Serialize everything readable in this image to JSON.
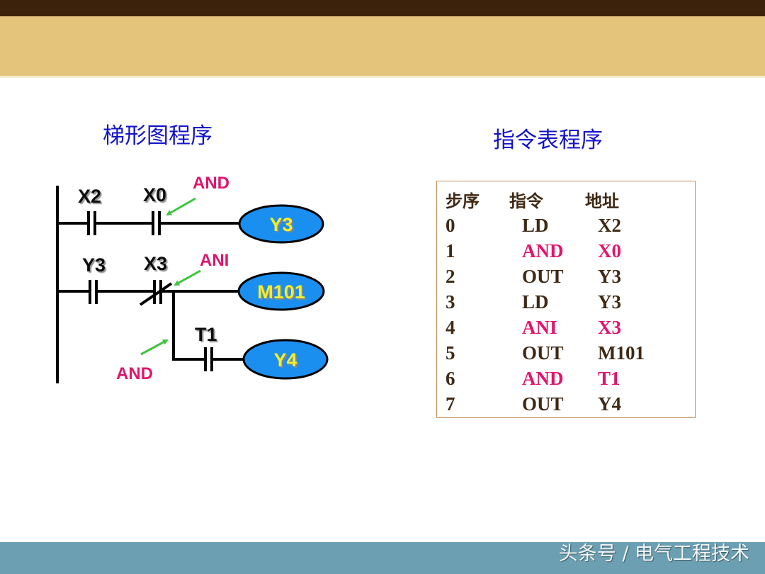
{
  "colors": {
    "top_bar": "#3d220b",
    "title_band": "#e3c47a",
    "footer": "#6b9fb1",
    "section_title": "#1414c8",
    "annotation": "#e0156c",
    "arrow": "#3fc43f",
    "coil_fill": "#1a8ff0",
    "coil_text": "#f2ef2a",
    "list_text": "#3f2a16",
    "list_border": "#c98d55"
  },
  "ladder": {
    "title": "梯形图程序",
    "rungs": [
      {
        "contacts": [
          {
            "label": "X2",
            "type": "NO"
          },
          {
            "label": "X0",
            "type": "NO"
          }
        ],
        "coil": "Y3",
        "annotation": "AND"
      },
      {
        "contacts": [
          {
            "label": "Y3",
            "type": "NO"
          },
          {
            "label": "X3",
            "type": "NC"
          }
        ],
        "coil": "M101",
        "annotation": "ANI"
      },
      {
        "contacts": [
          {
            "label": "T1",
            "type": "NO"
          }
        ],
        "coil": "Y4",
        "annotation": "AND"
      }
    ]
  },
  "instruction_list": {
    "title": "指令表程序",
    "headers": {
      "step": "步序",
      "instruction": "指令",
      "address": "地址"
    },
    "rows": [
      {
        "step": "0",
        "instruction": "LD",
        "address": "X2",
        "highlight": false
      },
      {
        "step": "1",
        "instruction": "AND",
        "address": "X0",
        "highlight": true
      },
      {
        "step": "2",
        "instruction": "OUT",
        "address": "Y3",
        "highlight": false
      },
      {
        "step": "3",
        "instruction": "LD",
        "address": "Y3",
        "highlight": false
      },
      {
        "step": "4",
        "instruction": "ANI",
        "address": "X3",
        "highlight": true
      },
      {
        "step": "5",
        "instruction": "OUT",
        "address": "M101",
        "highlight": false
      },
      {
        "step": "6",
        "instruction": "AND",
        "address": "T1",
        "highlight": true
      },
      {
        "step": "7",
        "instruction": "OUT",
        "address": "Y4",
        "highlight": false
      }
    ]
  },
  "footer": {
    "watermark": "头条号 / 电气工程技术"
  }
}
